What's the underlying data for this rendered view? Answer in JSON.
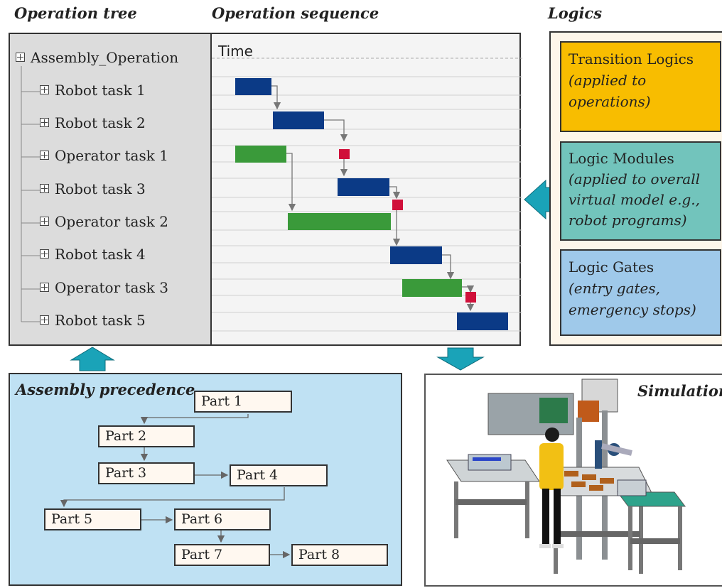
{
  "headings": {
    "tree": "Operation tree",
    "sequence": "Operation sequence",
    "logics": "Logics",
    "precedence": "Assembly precedence",
    "simulation": "Simulation"
  },
  "tree": {
    "root": "Assembly_Operation",
    "items": [
      "Robot task 1",
      "Robot task 2",
      "Operator task 1",
      "Robot task 3",
      "Operator task 2",
      "Robot task 4",
      "Operator task 3",
      "Robot task 5"
    ]
  },
  "sequence": {
    "time_label": "Time",
    "colors": {
      "robot": "#0b3a86",
      "operator": "#3a9a3a",
      "gate": "#d0103a",
      "arrow": "#777777"
    }
  },
  "logics": {
    "transition": {
      "title": "Transition Logics",
      "sub1": "(applied to",
      "sub2": "operations)",
      "color": "#f8bd00"
    },
    "modules": {
      "title": "Logic Modules",
      "sub1": "(applied to overall",
      "sub2": "virtual model e.g.,",
      "sub3": "robot programs)",
      "color": "#72c4bc"
    },
    "gates": {
      "title": "Logic Gates",
      "sub1": "(entry gates,",
      "sub2": "emergency stops)",
      "color": "#9fc9ea"
    }
  },
  "precedence": {
    "parts": [
      "Part 1",
      "Part 2",
      "Part 3",
      "Part 4",
      "Part 5",
      "Part 6",
      "Part 7",
      "Part 8"
    ]
  },
  "arrows_color": "#1aa3b8"
}
